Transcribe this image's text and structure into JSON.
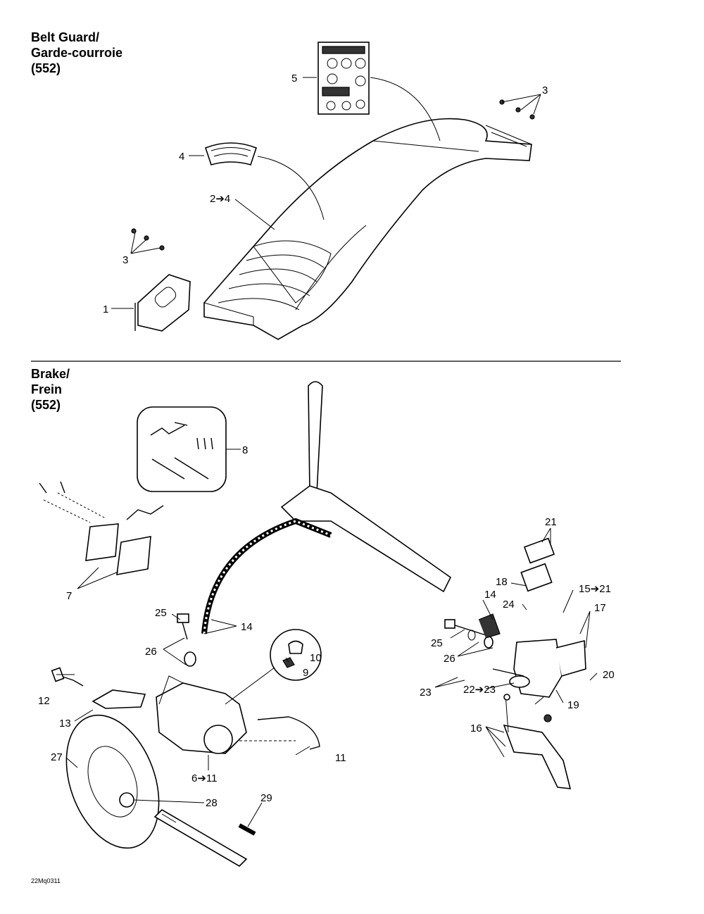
{
  "sections": {
    "belt_guard": {
      "lines": [
        "Belt Guard/",
        "Garde-courroie",
        "(552)"
      ]
    },
    "brake": {
      "lines": [
        "Brake/",
        "Frein",
        "(552)"
      ]
    }
  },
  "callouts": {
    "c1": "1",
    "c2": "2➔4",
    "c3a": "3",
    "c3b": "3",
    "c4": "4",
    "c5": "5",
    "c6": "6➔11",
    "c7": "7",
    "c8": "8",
    "c9": "9",
    "c10": "10",
    "c11": "11",
    "c12": "12",
    "c13": "13",
    "c14a": "14",
    "c14b": "14",
    "c15": "15➔21",
    "c16": "16",
    "c17": "17",
    "c18": "18",
    "c19": "19",
    "c20": "20",
    "c21": "21",
    "c22": "22➔23",
    "c23": "23",
    "c24": "24",
    "c25a": "25",
    "c25b": "25",
    "c26a": "26",
    "c26b": "26",
    "c27": "27",
    "c28": "28",
    "c29": "29"
  },
  "footer": {
    "code": "22Mq0311"
  }
}
